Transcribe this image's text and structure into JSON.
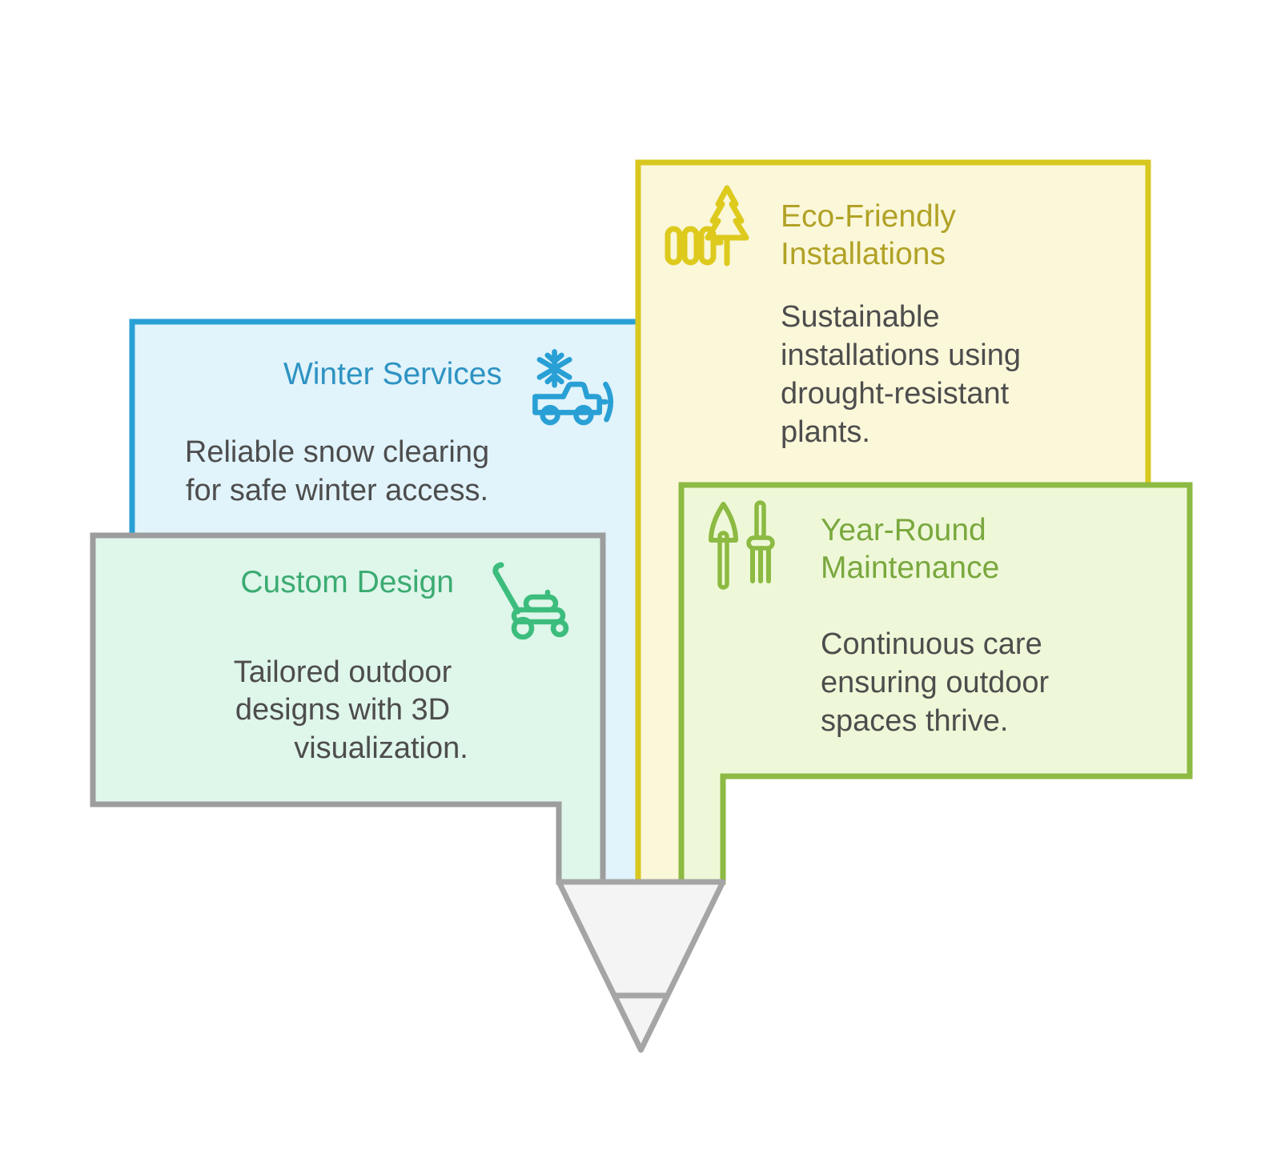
{
  "cards": [
    {
      "id": "winter-services",
      "title_lines": [
        "Winter Services"
      ],
      "desc_lines": [
        "Reliable snow clearing",
        "for safe winter access."
      ],
      "icon": "snowplow-truck-icon",
      "colors": {
        "border": "#29a0d5",
        "fill": "#e1f3fb",
        "title": "#2e93c2",
        "icon": "#29a0d5"
      }
    },
    {
      "id": "eco-friendly-installations",
      "title_lines": [
        "Eco-Friendly",
        "Installations"
      ],
      "desc_lines": [
        "Sustainable",
        "installations using",
        "drought-resistant",
        "plants."
      ],
      "icon": "fence-and-tree-icon",
      "colors": {
        "border": "#d8c71f",
        "fill": "#fbf7d9",
        "title": "#b1a226",
        "icon": "#ddca1d"
      }
    },
    {
      "id": "custom-design",
      "title_lines": [
        "Custom Design"
      ],
      "desc_lines": [
        "Tailored outdoor",
        "designs with 3D",
        "visualization."
      ],
      "icon": "lawnmower-icon",
      "colors": {
        "border": "#9d9d9d",
        "fill": "#dff6ea",
        "title": "#3bab72",
        "icon": "#3dbd7d"
      }
    },
    {
      "id": "year-round-maintenance",
      "title_lines": [
        "Year-Round",
        "Maintenance"
      ],
      "desc_lines": [
        "Continuous care",
        "ensuring outdoor",
        "spaces thrive."
      ],
      "icon": "garden-trowel-fork-icon",
      "colors": {
        "border": "#8cba42",
        "fill": "#eef8d8",
        "title": "#7aa83e",
        "icon": "#8cba42"
      }
    }
  ],
  "funnel": {
    "colors": {
      "fill": "#f4f4f4",
      "stroke": "#a5a5a5"
    }
  },
  "text_color": "#4d4d4d",
  "background": "#ffffff"
}
